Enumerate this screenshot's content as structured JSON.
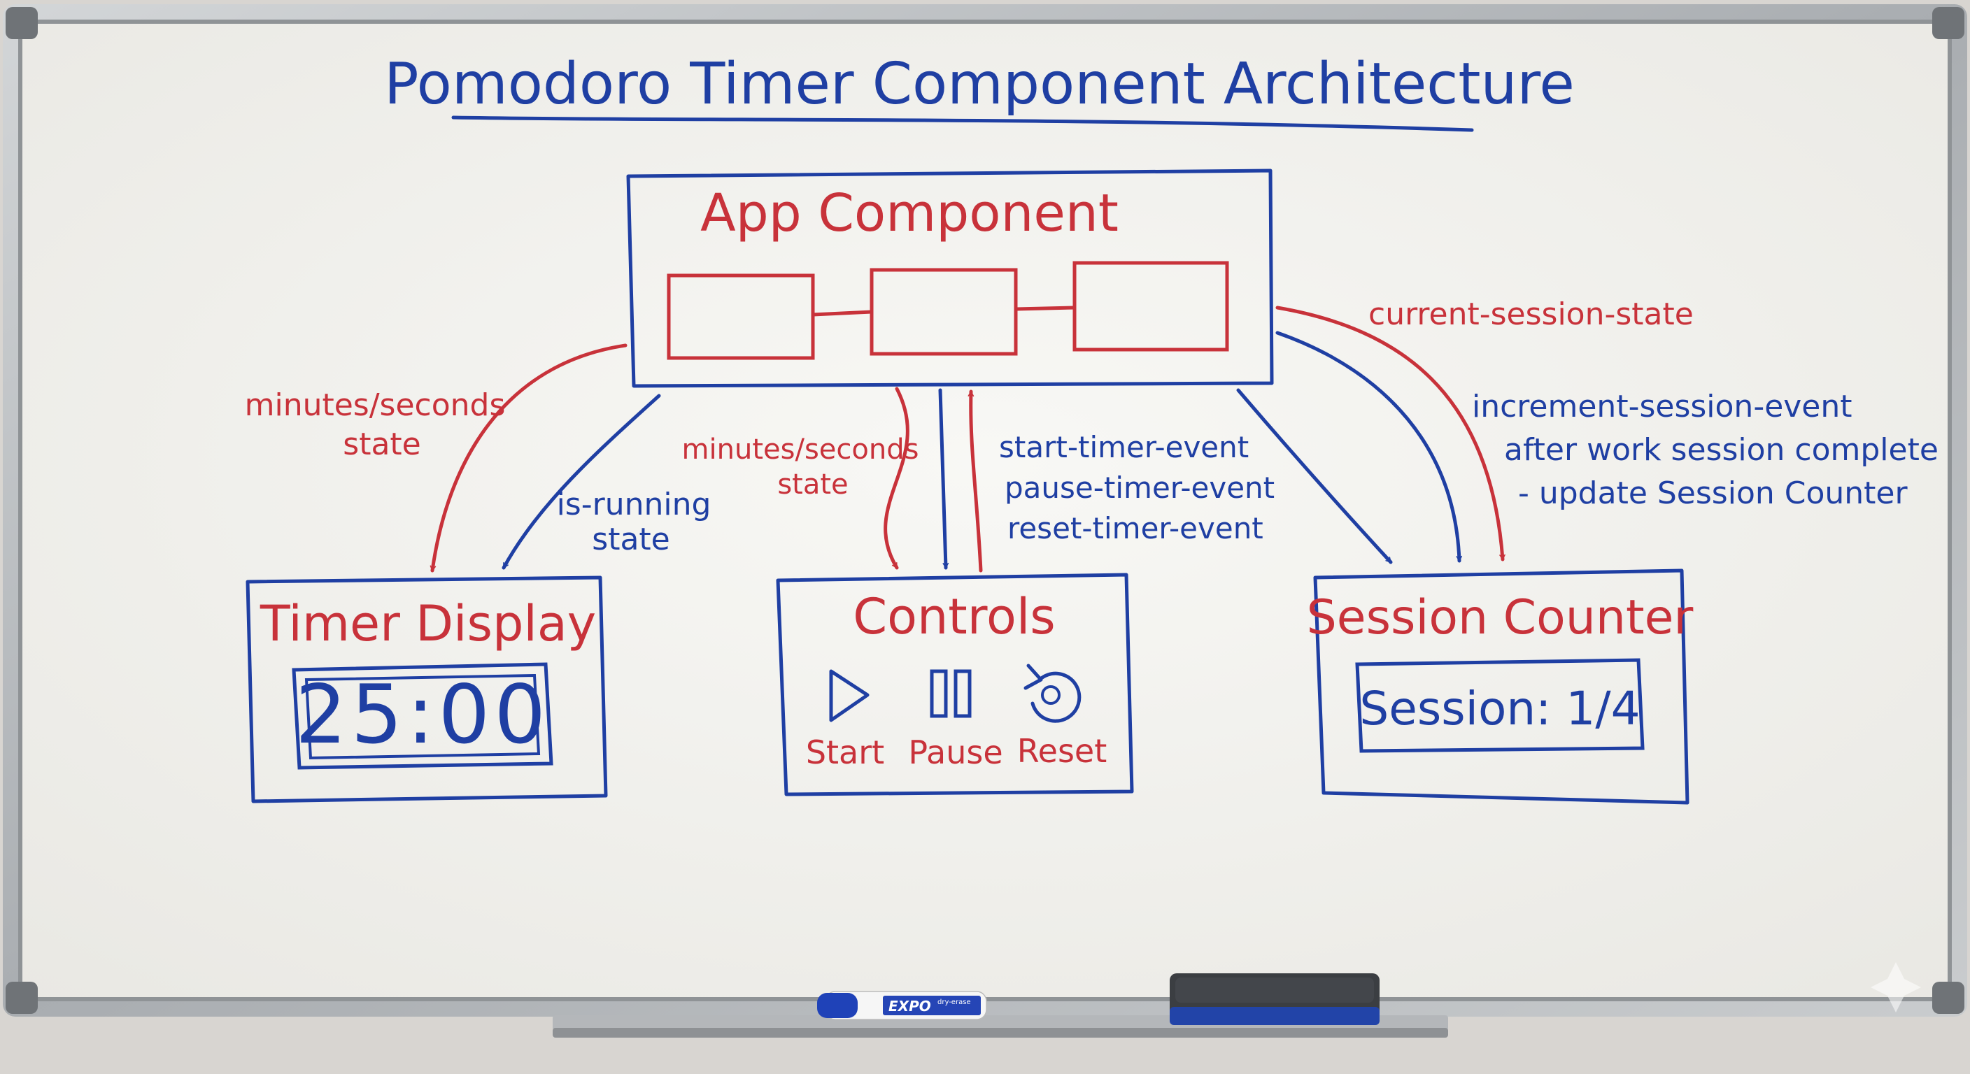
{
  "title": "Pomodoro Timer Component Architecture",
  "colors": {
    "red_marker": "#c8323a",
    "blue_marker": "#1f3fa3",
    "board": "#f4f3ef",
    "frame": "#b9bcbf"
  },
  "nodes": {
    "app": {
      "title": "App Component"
    },
    "timer_display": {
      "title": "Timer Display",
      "time": "25:00"
    },
    "controls": {
      "title": "Controls",
      "buttons": [
        {
          "icon": "play-icon",
          "label": "Start"
        },
        {
          "icon": "pause-icon",
          "label": "Pause"
        },
        {
          "icon": "reset-icon",
          "label": "Reset"
        }
      ]
    },
    "session_counter": {
      "title": "Session Counter",
      "value": "Session: 1/4"
    }
  },
  "edges": {
    "app_to_display_minutes": [
      "minutes/seconds",
      "state"
    ],
    "app_to_display_running": [
      "is-running",
      "state"
    ],
    "app_to_controls_minutes": [
      "minutes/seconds",
      "state"
    ],
    "controls_to_app_events": [
      "start-timer-event",
      "pause-timer-event",
      "reset-timer-event"
    ],
    "app_to_session_state": "current-session-state",
    "session_increment": [
      "increment-session-event",
      "after work session complete",
      "- update Session Counter"
    ]
  },
  "tray": {
    "marker_brand": "EXPO",
    "marker_cap": "dry-erase"
  }
}
